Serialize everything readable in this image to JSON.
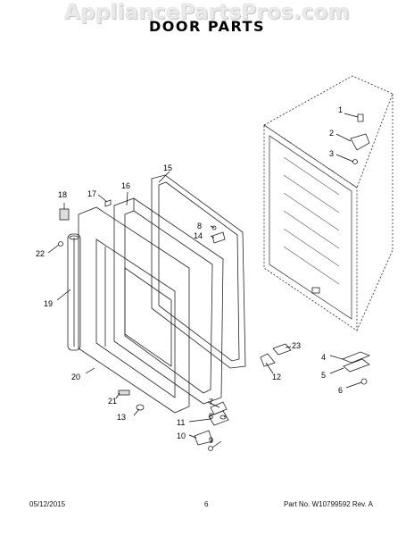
{
  "watermark": "AppliancePartsPros.com",
  "title": "DOOR PARTS",
  "footer": {
    "date": "05/12/2015",
    "page_number": "6",
    "part_info": "Part No. W10799592  Rev. A"
  },
  "callouts": [
    "1",
    "2",
    "3",
    "4",
    "5",
    "6",
    "7",
    "8",
    "9",
    "10",
    "11",
    "12",
    "13",
    "14",
    "15",
    "16",
    "17",
    "18",
    "19",
    "20",
    "21",
    "22",
    "23"
  ]
}
